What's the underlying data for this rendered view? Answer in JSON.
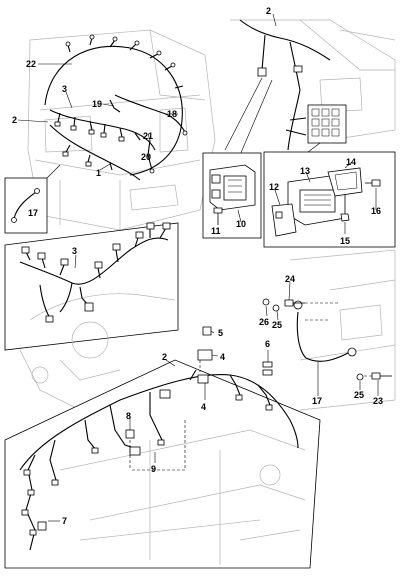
{
  "diagram": {
    "callouts": {
      "c2_top": "2",
      "c22": "22",
      "c3_cab": "3",
      "c19": "19",
      "c18": "18",
      "c2_cab": "2",
      "c21": "21",
      "c20": "20",
      "c1": "1",
      "c17_inset": "17",
      "c11": "11",
      "c10": "10",
      "c13": "13",
      "c14": "14",
      "c12": "12",
      "c16": "16",
      "c15": "15",
      "c3_mid": "3",
      "c24": "24",
      "c26": "26",
      "c25_upper": "25",
      "c5": "5",
      "c4_upper": "4",
      "c6": "6",
      "c2_lower": "2",
      "c4_lower": "4",
      "c17_lower": "17",
      "c25_lower": "25",
      "c23": "23",
      "c8": "8",
      "c9": "9",
      "c7": "7"
    }
  }
}
